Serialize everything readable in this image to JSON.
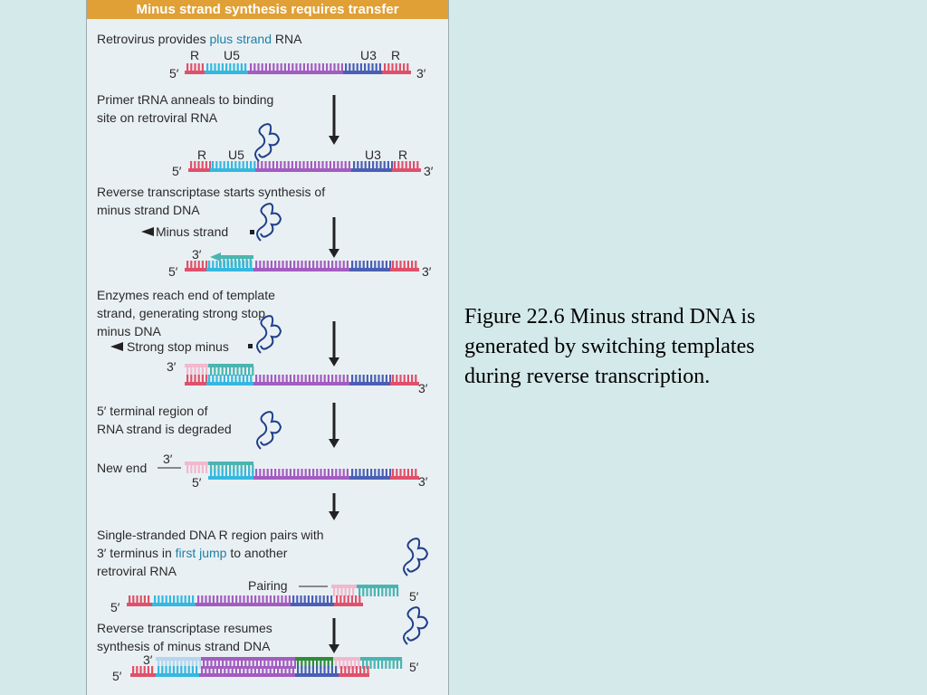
{
  "panel": {
    "title": "Minus strand synthesis requires transfer",
    "steps": [
      {
        "text_a": "Retrovirus provides ",
        "text_hl": "plus strand",
        "text_b": " RNA"
      },
      {
        "line1": "Primer tRNA anneals to binding",
        "line2": "site on retroviral RNA"
      },
      {
        "line1": "Reverse transcriptase starts synthesis of",
        "line2": "minus strand DNA"
      },
      {
        "line1": "Enzymes reach end of template",
        "line2": "strand, generating strong stop",
        "line3": "minus DNA"
      },
      {
        "line1": "5′ terminal region of",
        "line2": "RNA strand is degraded"
      },
      {
        "line1": "Single-stranded DNA R region pairs with",
        "line2a": "3′ terminus in ",
        "line2hl": "first jump",
        "line2b": " to another",
        "line3": "retroviral RNA"
      },
      {
        "line1": "Reverse transcriptase resumes",
        "line2": "synthesis of minus strand DNA"
      }
    ],
    "labels": {
      "R": "R",
      "U5": "U5",
      "U3": "U3",
      "five_prime": "5′",
      "three_prime": "3′",
      "minus_strand": "Minus strand",
      "strong_stop_minus": "Strong stop minus",
      "new_end": "New end",
      "pairing": "Pairing"
    }
  },
  "caption": {
    "line1": "Figure 22.6  Minus strand DNA is",
    "line2": "generated by switching templates",
    "line3": "during reverse transcription."
  },
  "colors": {
    "R": "#e0506a",
    "U5": "#35b8e0",
    "middle": "#a35cc0",
    "U3": "#4a5fb5",
    "dna_minus": "#4ab5b0",
    "pale_R": "#f2b8cc",
    "pale_U5": "#b4d6ef",
    "trna": "#1f3f8a",
    "header": "#e0a035",
    "green": "#2e8b3a"
  }
}
